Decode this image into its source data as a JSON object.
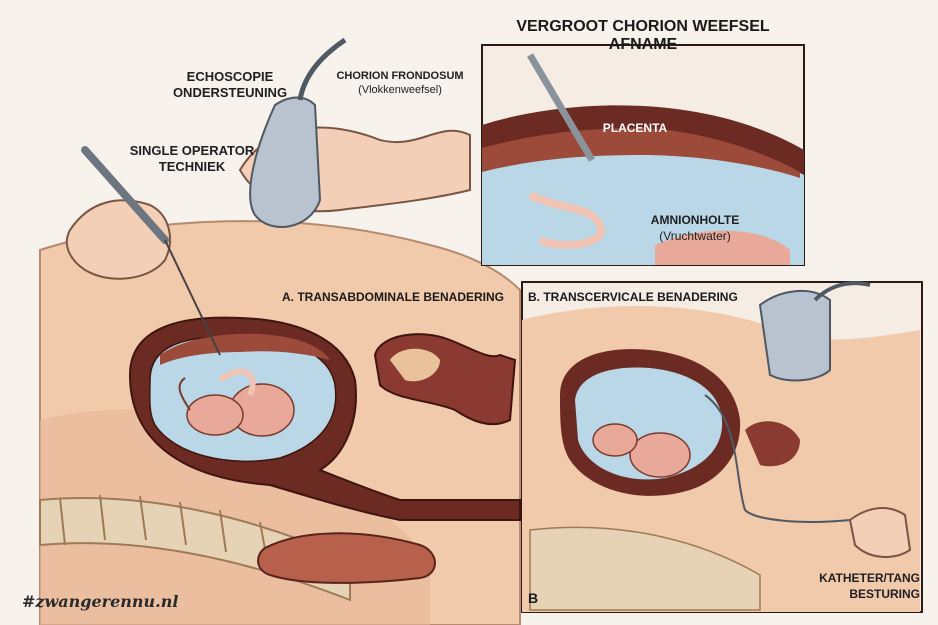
{
  "labels": {
    "inset_title": "VERGROOT CHORION WEEFSEL AFNAME",
    "echo_line1": "ECHOSCOPIE",
    "echo_line2": "ONDERSTEUNING",
    "single_line1": "SINGLE OPERATOR",
    "single_line2": "TECHNIEK",
    "chorion_line1": "CHORION FRONDOSUM",
    "chorion_line2": "(Vlokkenweefsel)",
    "placenta": "PLACENTA",
    "amnion_line1": "AMNIONHOLTE",
    "amnion_line2": "(Vruchtwater)",
    "approach_a": "A. TRANSABDOMINALE BENADERING",
    "approach_b": "B. TRANSCERVICALE BENADERING",
    "panel_b_letter": "B",
    "catheter_line1": "KATHETER/TANG",
    "catheter_line2": "BESTURING",
    "watermark": "#zwangerennu.nl"
  },
  "colors": {
    "skin": "#f1c9ab",
    "skin_shadow": "#e3b08f",
    "uterus_wall": "#6b2a22",
    "uterus_inner": "#9b3f33",
    "placenta_tissue": "#9c4a3a",
    "amnion_fluid": "#b9d7e6",
    "fetus": "#e8a99a",
    "umbilical": "#f0c4b4",
    "probe": "#b8c3cf",
    "line": "#2b1a16",
    "panel_bg": "#f5ece4"
  }
}
